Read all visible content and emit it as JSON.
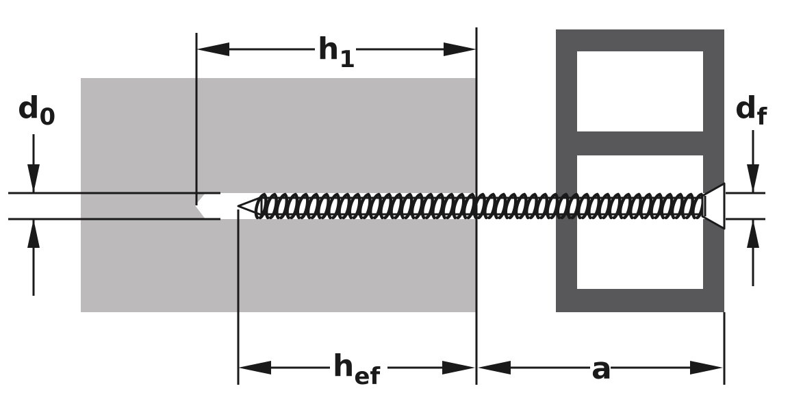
{
  "labels": {
    "h1": {
      "main": "h",
      "sub": "1"
    },
    "hef": {
      "main": "h",
      "sub": "ef"
    },
    "a": {
      "main": "a"
    },
    "d0": {
      "main": "d",
      "sub": "0"
    },
    "df": {
      "main": "d",
      "sub": "f"
    }
  },
  "colors": {
    "base_material": "#bcbabb",
    "frame": "#58585a",
    "line": "#1a1a1a",
    "background": "#ffffff"
  }
}
